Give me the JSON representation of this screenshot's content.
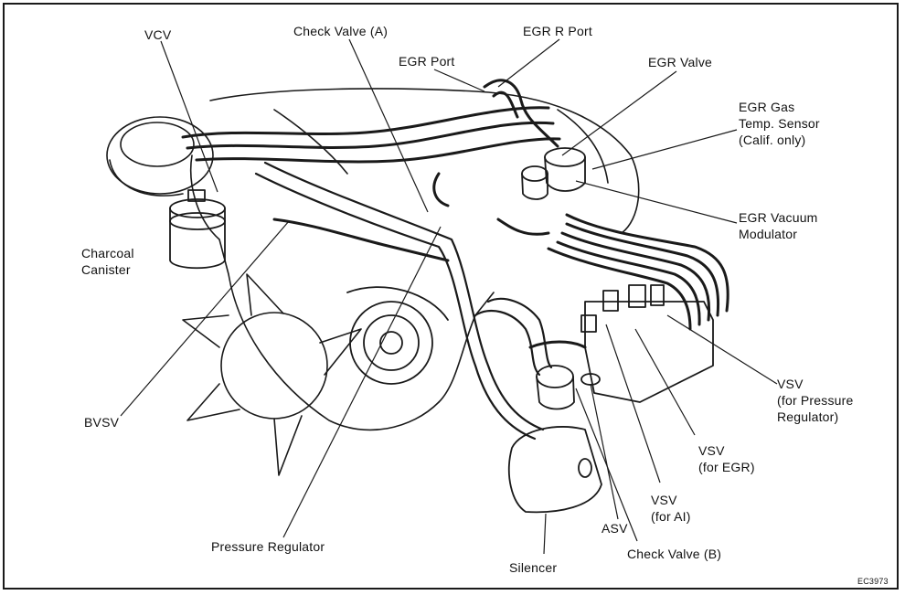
{
  "labels": {
    "vcv": "VCV",
    "check_valve_a": "Check Valve (A)",
    "egr_r_port": "EGR R Port",
    "egr_port": "EGR Port",
    "egr_valve": "EGR Valve",
    "egr_gas_temp_sensor": "EGR Gas\nTemp. Sensor\n(Calif. only)",
    "egr_vacuum_modulator": "EGR Vacuum\nModulator",
    "charcoal_canister": "Charcoal\nCanister",
    "bvsv": "BVSV",
    "vsv_pressure_regulator": "VSV\n(for Pressure\nRegulator)",
    "vsv_egr": "VSV\n(for EGR)",
    "vsv_ai": "VSV\n(for AI)",
    "asv": "ASV",
    "check_valve_b": "Check Valve (B)",
    "silencer": "Silencer",
    "pressure_regulator": "Pressure Regulator",
    "figure_code": "EC3973"
  },
  "colors": {
    "line": "#1a1a1a",
    "background": "#ffffff"
  }
}
